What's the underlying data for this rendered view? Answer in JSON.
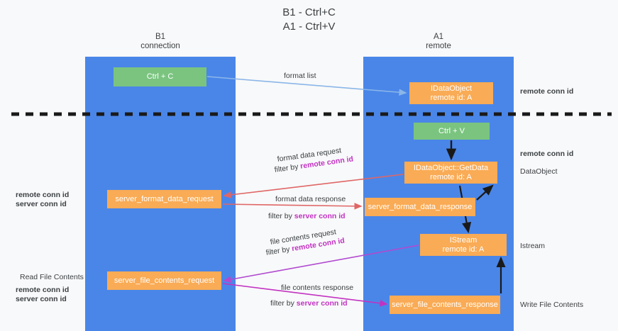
{
  "title": {
    "line1": "B1 - Ctrl+C",
    "line2": "A1 - Ctrl+V"
  },
  "lanes": [
    {
      "name": "B1",
      "sub": "connection"
    },
    {
      "name": "A1",
      "sub": "remote"
    }
  ],
  "nodes": {
    "ctrl_c": {
      "line1": "Ctrl + C"
    },
    "idataobject": {
      "line1": "IDataObject",
      "line2": "remote id: A"
    },
    "ctrl_v": {
      "line1": "Ctrl + V"
    },
    "getdata": {
      "line1": "IDataObject::GetData",
      "line2": "remote id: A"
    },
    "server_format_data_request": {
      "line1": "server_format_data_request"
    },
    "server_format_data_response": {
      "line1": "server_format_data_response"
    },
    "istream": {
      "line1": "IStream",
      "line2": "remote id: A"
    },
    "server_file_contents_request": {
      "line1": "server_file_contents_request"
    },
    "server_file_contents_response": {
      "line1": "server_file_contents_response"
    }
  },
  "edge_labels": {
    "format_list": "format list",
    "format_data_request": "format data request",
    "format_data_request_filter_prefix": "filter by ",
    "format_data_request_filter_key": "remote conn id",
    "format_data_response": "format data response",
    "format_data_response_filter_prefix": "filter by ",
    "format_data_response_filter_key": "server conn id",
    "file_contents_request": "file contents request",
    "file_contents_request_filter_prefix": "filter by ",
    "file_contents_request_filter_key": "remote conn id",
    "file_contents_response": "file contents response",
    "file_contents_response_filter_prefix": "filter by ",
    "file_contents_response_filter_key": "server conn id"
  },
  "annotations": {
    "right_remote_conn_id_top": "remote conn id",
    "right_remote_conn_id_mid": "remote conn id",
    "right_dataobject": "DataObject",
    "right_istream": "Istream",
    "right_write_file_contents": "Write File Contents",
    "left_remote_conn_id_1": "remote conn id",
    "left_server_conn_id_1": "server conn id",
    "left_read_file_contents": "Read File Contents",
    "left_remote_conn_id_2": "remote conn id",
    "left_server_conn_id_2": "server conn id"
  },
  "colors": {
    "lane": "#4a86e8",
    "green_node": "#7ac47f",
    "orange_node": "#f9ab55",
    "purple": "#a142f4",
    "magenta": "#c232c2",
    "green_text": "#6aa84f",
    "blue_arrow": "#8ab6e8",
    "red_arrow": "#e06666",
    "black_arrow": "#1a1a1a",
    "divider": "#1a1a1a",
    "background": "#f8f9fa"
  }
}
